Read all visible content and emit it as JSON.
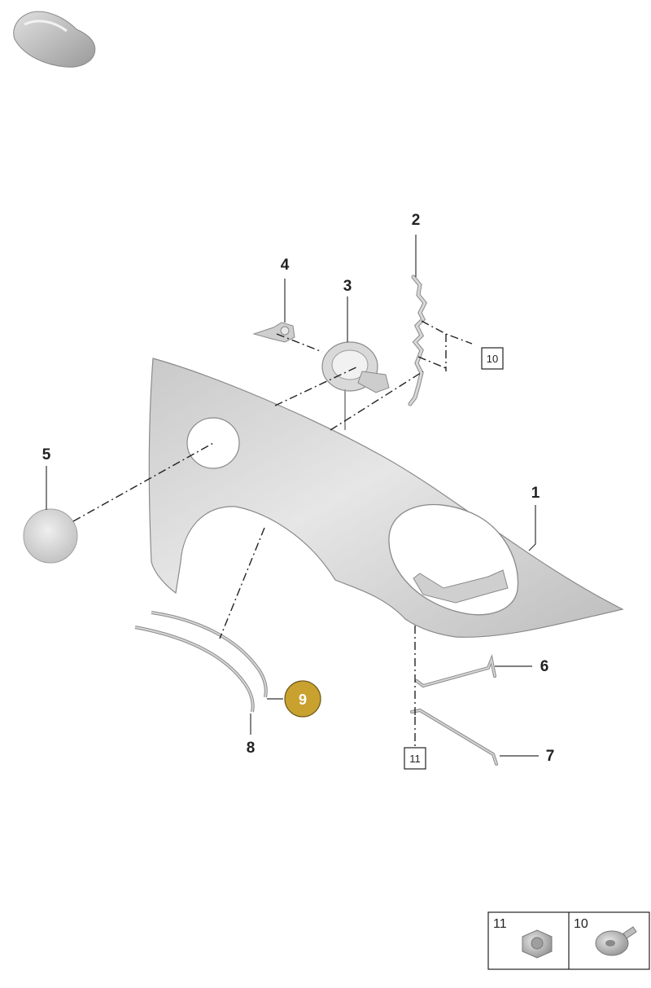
{
  "callouts": {
    "c1": "1",
    "c2": "2",
    "c3": "3",
    "c4": "4",
    "c5": "5",
    "c6": "6",
    "c7": "7",
    "c8": "8",
    "c9": "9"
  },
  "boxes": {
    "b10": "10",
    "b11": "11"
  },
  "legend": {
    "left_label": "11",
    "right_label": "10"
  },
  "highlight_color": "#C9A12F"
}
